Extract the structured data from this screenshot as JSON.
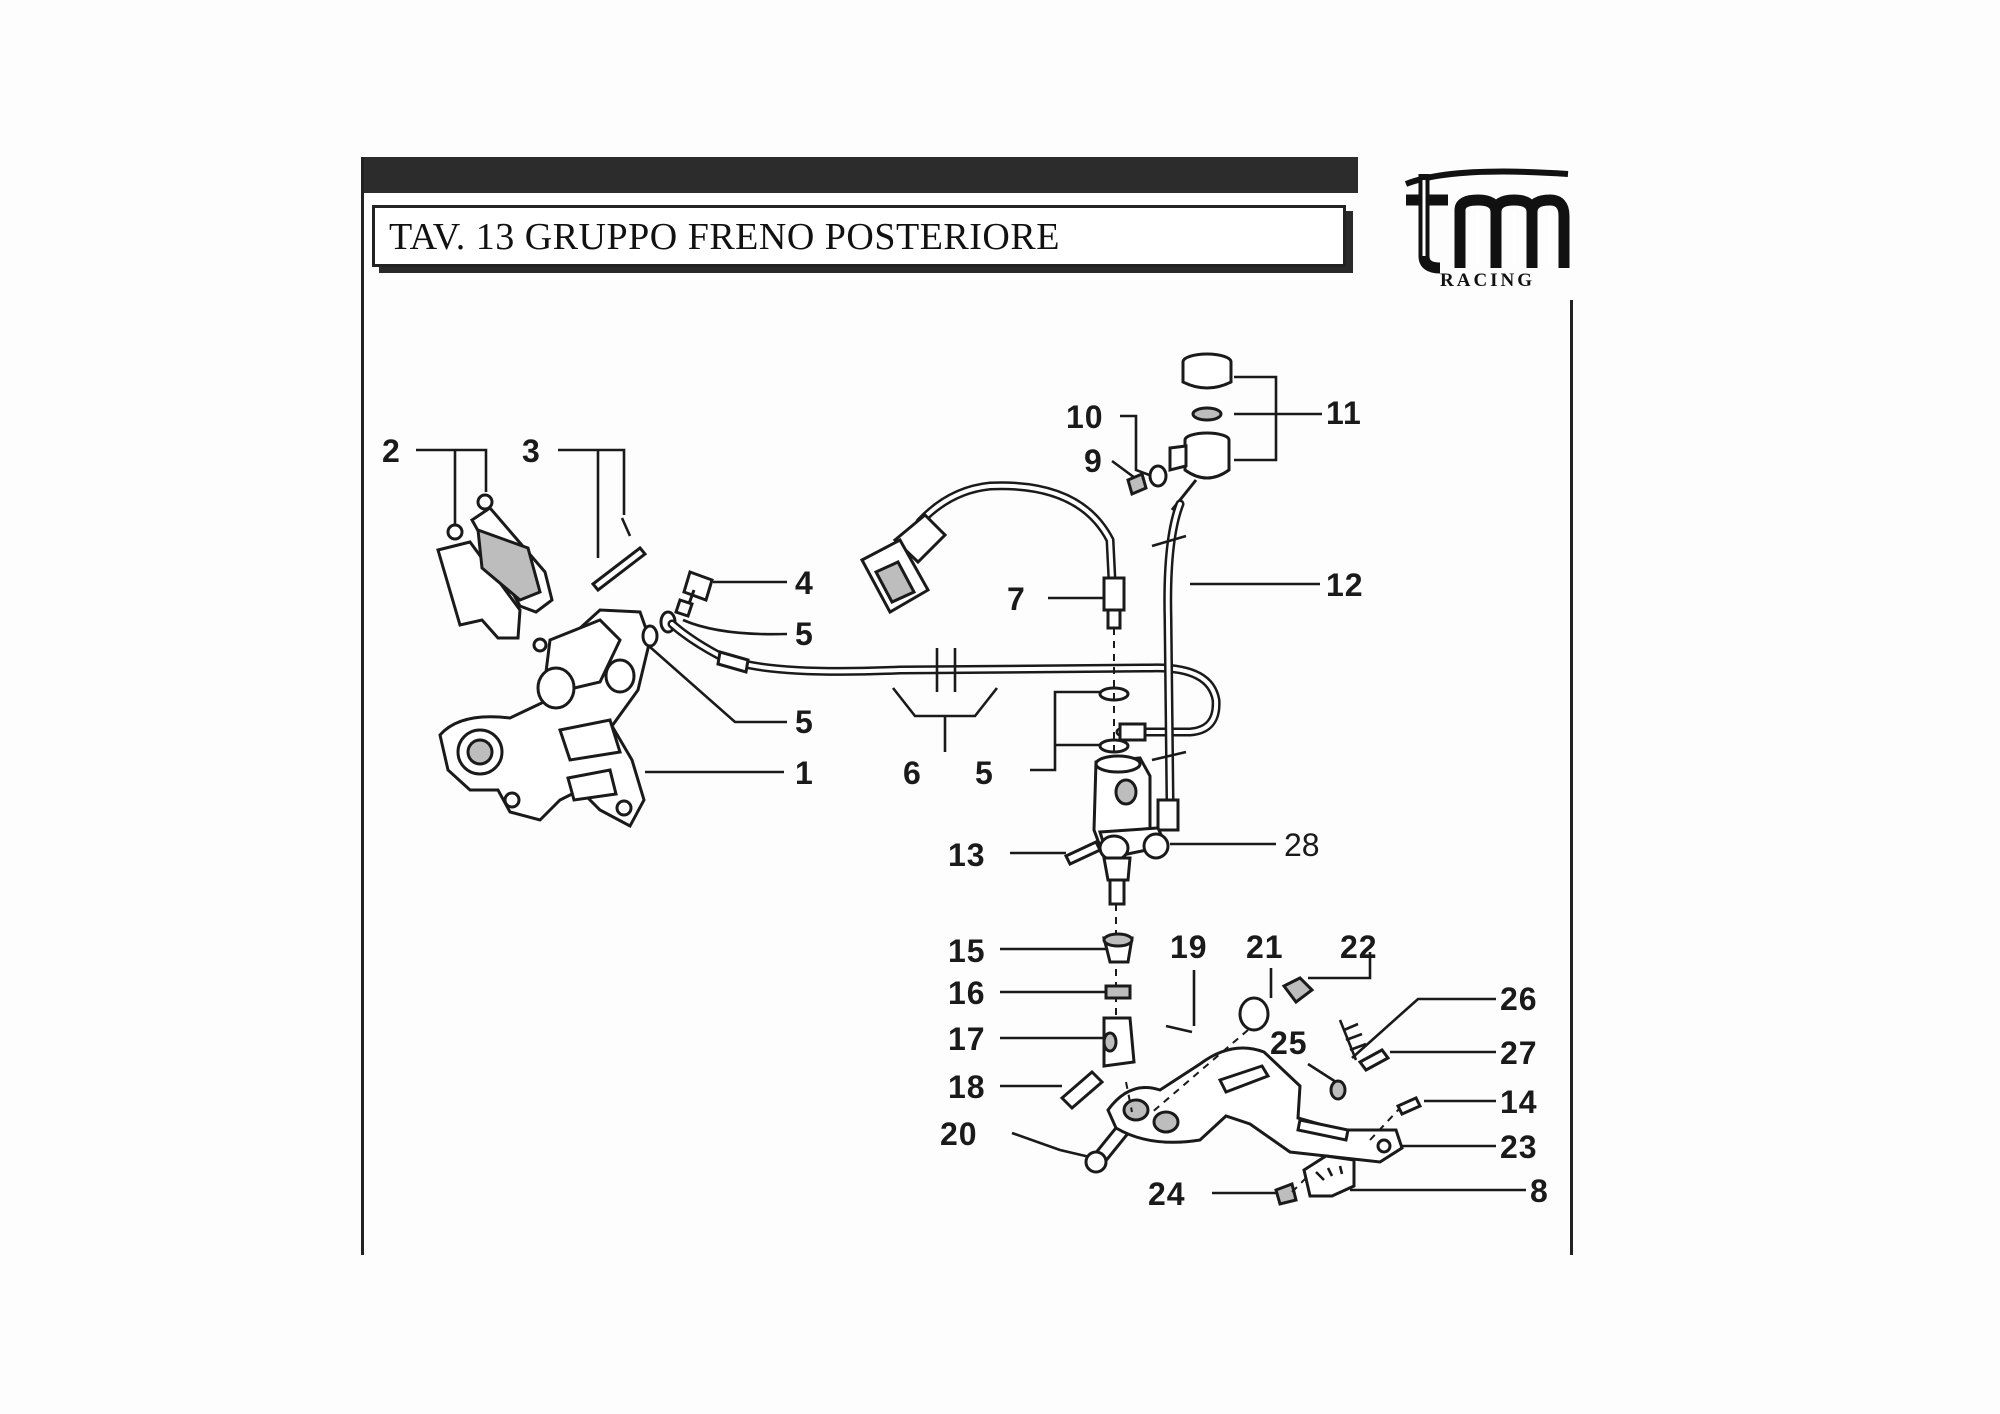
{
  "title": "TAV. 13 GRUPPO FRENO POSTERIORE",
  "logo": {
    "mark": "tm",
    "subtitle": "RACING"
  },
  "callouts": [
    {
      "id": "1",
      "text": "1"
    },
    {
      "id": "2",
      "text": "2"
    },
    {
      "id": "3",
      "text": "3"
    },
    {
      "id": "4",
      "text": "4"
    },
    {
      "id": "5a",
      "text": "5"
    },
    {
      "id": "5b",
      "text": "5"
    },
    {
      "id": "5c",
      "text": "5"
    },
    {
      "id": "6",
      "text": "6"
    },
    {
      "id": "7",
      "text": "7"
    },
    {
      "id": "8",
      "text": "8"
    },
    {
      "id": "9",
      "text": "9"
    },
    {
      "id": "10",
      "text": "10"
    },
    {
      "id": "11",
      "text": "11"
    },
    {
      "id": "12",
      "text": "12"
    },
    {
      "id": "13",
      "text": "13"
    },
    {
      "id": "14",
      "text": "14"
    },
    {
      "id": "15",
      "text": "15"
    },
    {
      "id": "16",
      "text": "16"
    },
    {
      "id": "17",
      "text": "17"
    },
    {
      "id": "18",
      "text": "18"
    },
    {
      "id": "19",
      "text": "19"
    },
    {
      "id": "20",
      "text": "20"
    },
    {
      "id": "21",
      "text": "21"
    },
    {
      "id": "22",
      "text": "22"
    },
    {
      "id": "23",
      "text": "23"
    },
    {
      "id": "24",
      "text": "24"
    },
    {
      "id": "25",
      "text": "25"
    },
    {
      "id": "26",
      "text": "26"
    },
    {
      "id": "27",
      "text": "27"
    },
    {
      "id": "28",
      "text": "28"
    }
  ]
}
